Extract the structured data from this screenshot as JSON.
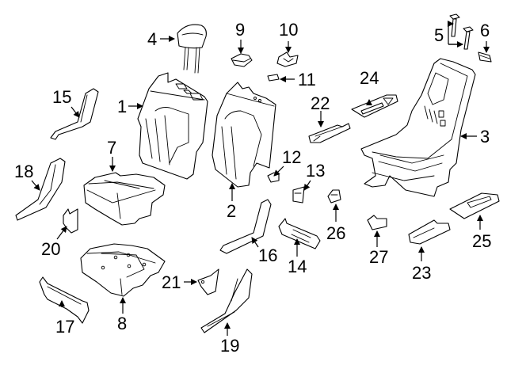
{
  "diagram": {
    "background": "#ffffff",
    "line_color": "#000000",
    "callouts": [
      {
        "id": "1",
        "label": "1"
      },
      {
        "id": "2",
        "label": "2"
      },
      {
        "id": "3",
        "label": "3"
      },
      {
        "id": "4",
        "label": "4"
      },
      {
        "id": "5",
        "label": "5"
      },
      {
        "id": "6",
        "label": "6"
      },
      {
        "id": "7",
        "label": "7"
      },
      {
        "id": "8",
        "label": "8"
      },
      {
        "id": "9",
        "label": "9"
      },
      {
        "id": "10",
        "label": "10"
      },
      {
        "id": "11",
        "label": "11"
      },
      {
        "id": "12",
        "label": "12"
      },
      {
        "id": "13",
        "label": "13"
      },
      {
        "id": "14",
        "label": "14"
      },
      {
        "id": "15",
        "label": "15"
      },
      {
        "id": "16",
        "label": "16"
      },
      {
        "id": "17",
        "label": "17"
      },
      {
        "id": "18",
        "label": "18"
      },
      {
        "id": "19",
        "label": "19"
      },
      {
        "id": "20",
        "label": "20"
      },
      {
        "id": "21",
        "label": "21"
      },
      {
        "id": "22",
        "label": "22"
      },
      {
        "id": "23",
        "label": "23"
      },
      {
        "id": "24",
        "label": "24"
      },
      {
        "id": "25",
        "label": "25"
      },
      {
        "id": "26",
        "label": "26"
      },
      {
        "id": "27",
        "label": "27"
      }
    ]
  }
}
